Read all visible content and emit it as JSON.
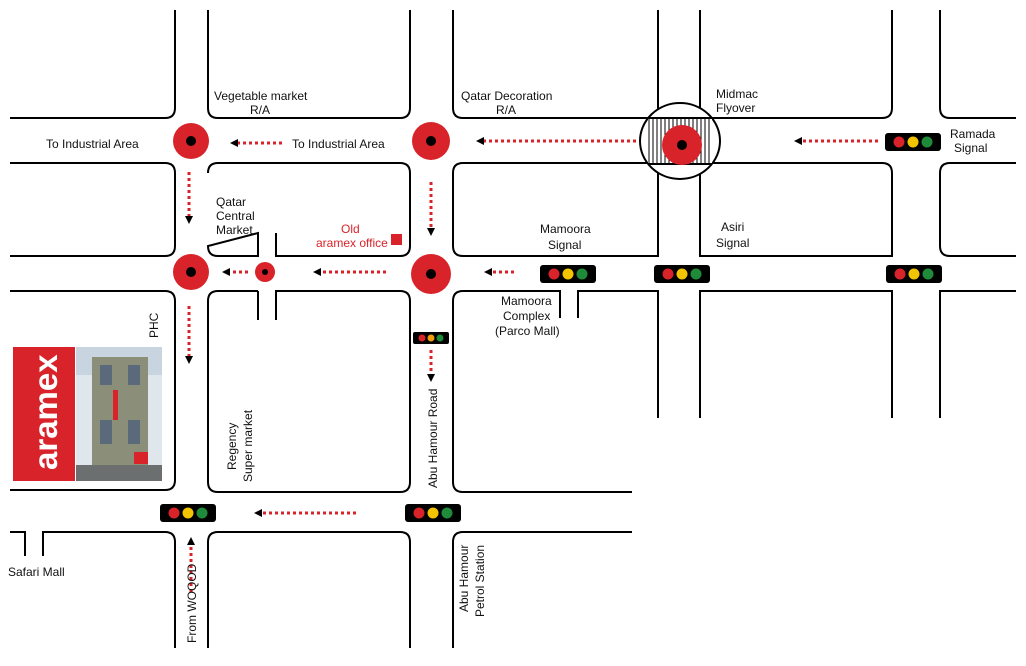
{
  "colors": {
    "red": "#d9232a",
    "black": "#000000",
    "yellow": "#f2c500",
    "green": "#1f8a3a",
    "amber": "#f39c12",
    "background": "#ffffff"
  },
  "landmarks": {
    "vegetable_market_l1": "Vegetable market",
    "vegetable_market_l2": "R/A",
    "qatar_decoration_l1": "Qatar Decoration",
    "qatar_decoration_l2": "R/A",
    "midmac_l1": "Midmac",
    "midmac_l2": "Flyover",
    "ramada_l1": "Ramada",
    "ramada_l2": "Signal",
    "to_industrial_left": "To Industrial Area",
    "to_industrial_mid": "To Industrial Area",
    "qatar_central_l1": "Qatar",
    "qatar_central_l2": "Central",
    "qatar_central_l3": "Market",
    "old_aramex_l1": "Old",
    "old_aramex_l2": "aramex office",
    "mamoora_signal_l1": "Mamoora",
    "mamoora_signal_l2": "Signal",
    "asiri_l1": "Asiri",
    "asiri_l2": "Signal",
    "mamoora_complex_l1": "Mamoora",
    "mamoora_complex_l2": "Complex",
    "mamoora_complex_l3": "(Parco Mall)",
    "phc": "PHC",
    "regency_l1": "Regency",
    "regency_l2": "Super market",
    "abu_hamour_road": "Abu Hamour Road",
    "safari_mall": "Safari Mall",
    "from_woqod": "From WOQOD",
    "abu_hamour_petrol_l1": "Abu Hamour",
    "abu_hamour_petrol_l2": "Petrol Station"
  },
  "logo": {
    "brand": "aramex",
    "icon": "aramex-logo-icon",
    "photo": "aramex-building-photo"
  },
  "icons": {
    "roundabout": "roundabout-icon",
    "traffic_light": "traffic-light-icon",
    "flyover": "flyover-icon",
    "office_marker": "office-marker-icon"
  }
}
